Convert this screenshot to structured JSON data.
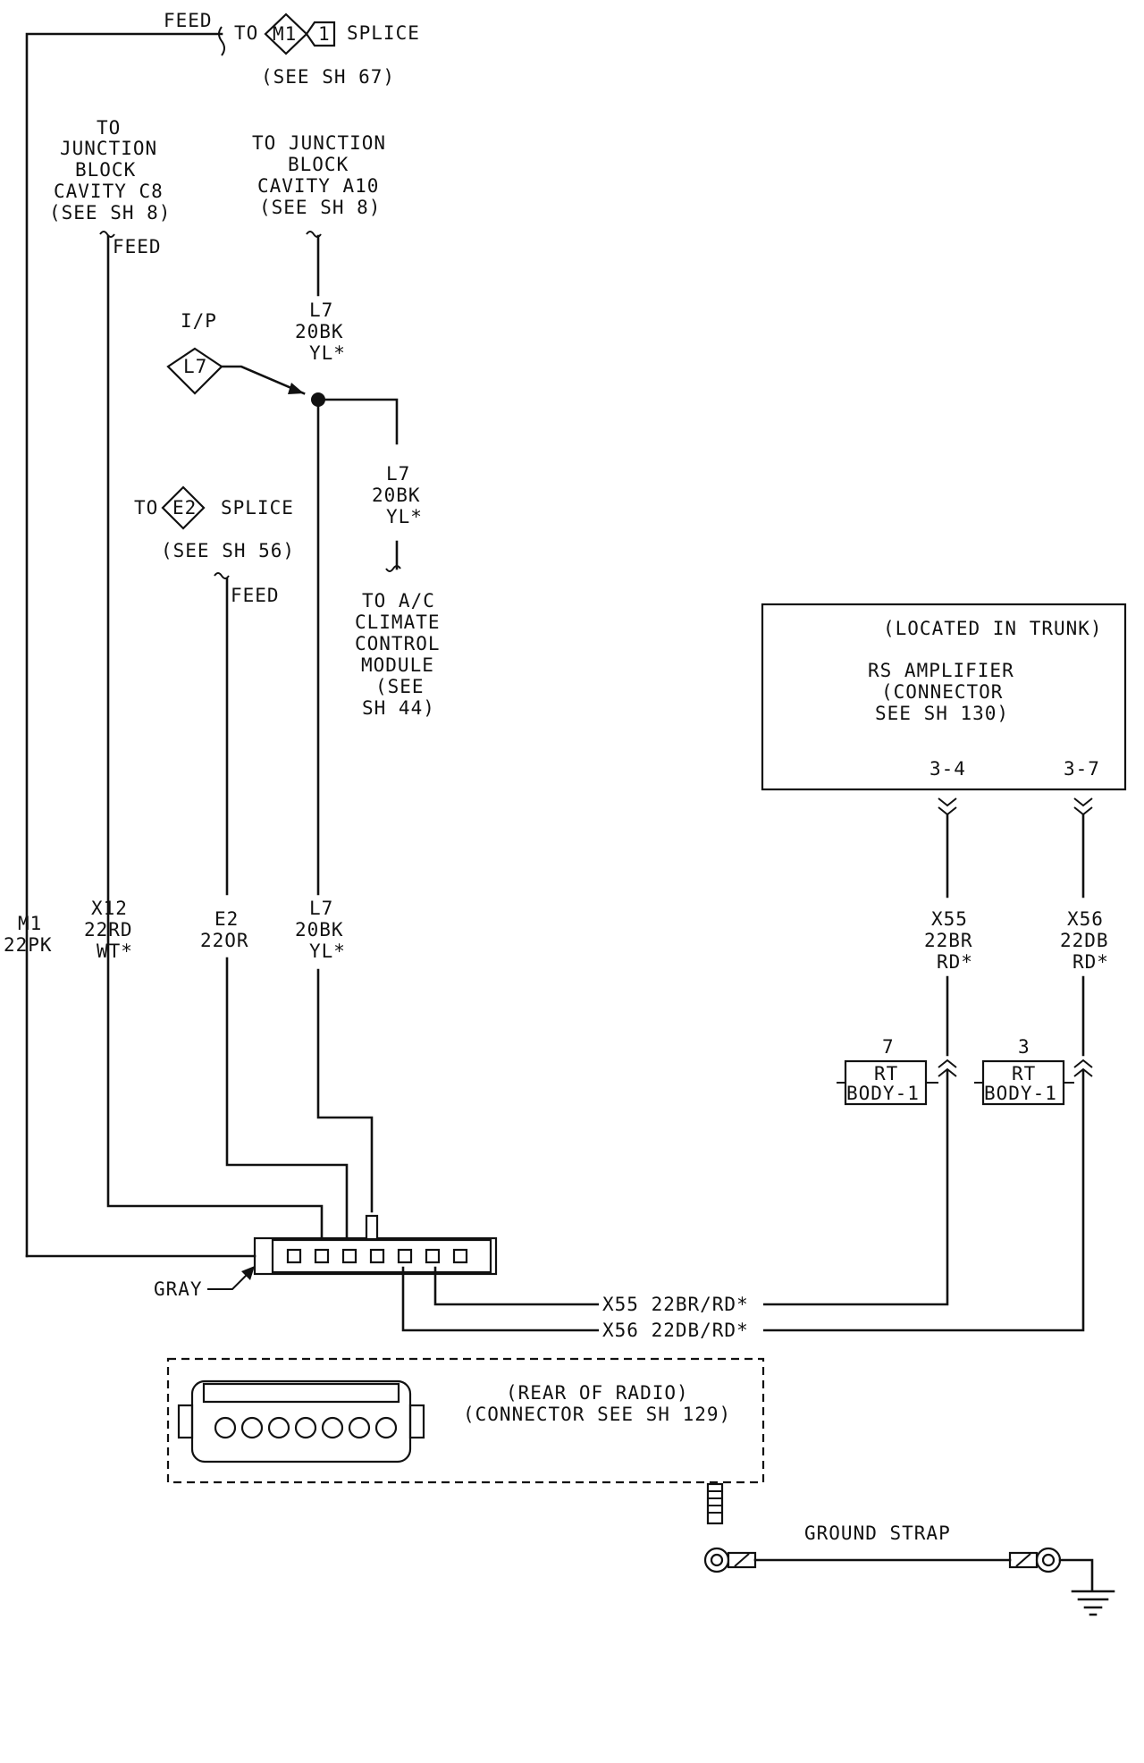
{
  "labels": {
    "feed_top": "FEED",
    "to_m1": "TO",
    "m1_badge": "M1",
    "m1_pin": "1",
    "m1_splice": "SPLICE",
    "see_sh67": "(SEE SH 67)",
    "jb_c8": [
      "TO",
      "JUNCTION",
      "BLOCK",
      "CAVITY C8",
      "(SEE SH 8)"
    ],
    "feed_c8": "FEED",
    "jb_a10": [
      "TO JUNCTION",
      "BLOCK",
      "CAVITY A10",
      "(SEE SH 8)"
    ],
    "ip": "I/P",
    "l7_badge": "L7",
    "l7_upper": [
      "L7",
      "20BK",
      "YL*"
    ],
    "l7_branch": [
      "L7",
      "20BK",
      "YL*"
    ],
    "ac_module": [
      "TO A/C",
      "CLIMATE",
      "CONTROL",
      "MODULE",
      "(SEE",
      "SH 44)"
    ],
    "to_e2": "TO",
    "e2_badge": "E2",
    "e2_splice": "SPLICE",
    "see_sh56": "(SEE SH 56)",
    "feed_e2": "FEED",
    "amp": [
      "(LOCATED IN TRUNK)",
      "RS AMPLIFIER",
      "(CONNECTOR",
      "SEE SH 130)"
    ],
    "amp_pin_a": "3-4",
    "amp_pin_b": "3-7",
    "m1_wire": [
      "M1",
      "22PK"
    ],
    "x12_wire": [
      "X12",
      "22RD",
      "WT*"
    ],
    "e2_wire": [
      "E2",
      "22OR"
    ],
    "l7_wire": [
      "L7",
      "20BK",
      "YL*"
    ],
    "x55_wire": [
      "X55",
      "22BR",
      "RD*"
    ],
    "x56_wire": [
      "X56",
      "22DB",
      "RD*"
    ],
    "rt_body_a_pin": "7",
    "rt_body_a": [
      "RT",
      "BODY-1"
    ],
    "rt_body_b_pin": "3",
    "rt_body_b": [
      "RT",
      "BODY-1"
    ],
    "gray": "GRAY",
    "x55_run": "X55 22BR/RD*",
    "x56_run": "X56 22DB/RD*",
    "radio": [
      "(REAR OF RADIO)",
      "(CONNECTOR SEE SH 129)"
    ],
    "ground_strap": "GROUND STRAP"
  }
}
